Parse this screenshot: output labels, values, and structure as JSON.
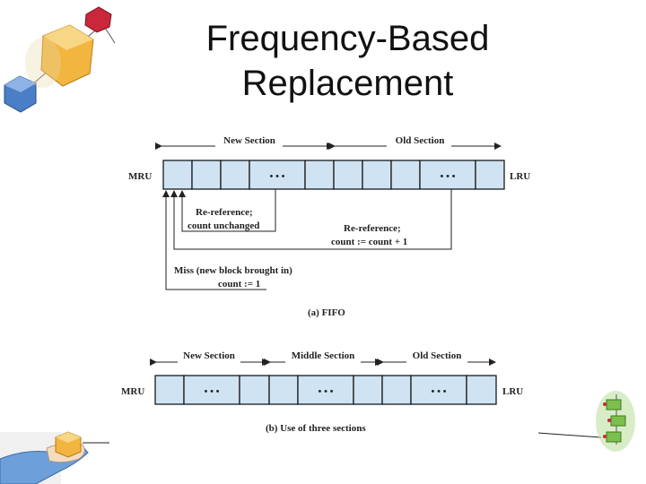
{
  "slide": {
    "title_line1": "Frequency-Based",
    "title_line2": "Replacement"
  },
  "diagram_a": {
    "new_section": "New Section",
    "old_section": "Old Section",
    "mru": "MRU",
    "lru": "LRU",
    "dots": "• • •",
    "rereference_unchanged_line1": "Re-reference;",
    "rereference_unchanged_line2": "count unchanged",
    "rereference_increment_line1": "Re-reference;",
    "rereference_increment_line2": "count := count + 1",
    "miss_line1": "Miss (new block brought in)",
    "miss_line2": "count := 1",
    "caption": "(a)  FIFO"
  },
  "diagram_b": {
    "new_section": "New Section",
    "middle_section": "Middle Section",
    "old_section": "Old Section",
    "mru": "MRU",
    "lru": "LRU",
    "dots": "• • •",
    "caption": "(b)  Use of three sections"
  },
  "decor": {
    "top_left": "cube-clipart-icon",
    "bottom_left": "hand-cube-clipart-icon",
    "bottom_right": "stacked-blocks-clipart-icon"
  }
}
